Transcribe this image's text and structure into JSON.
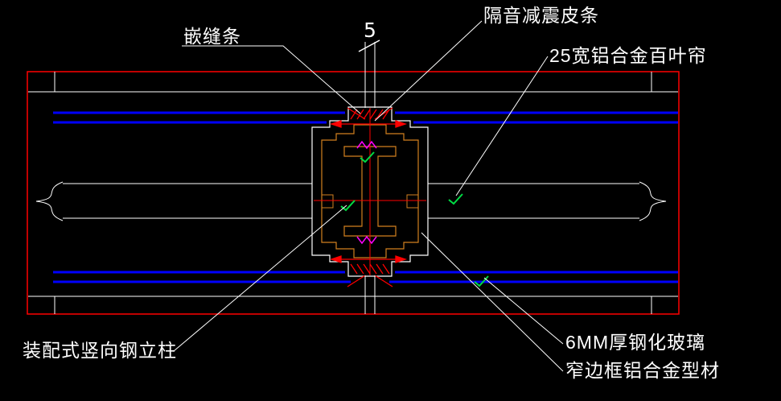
{
  "drawing": {
    "labels": {
      "caulking_strip": "嵌缝条",
      "sound_insulation_strip": "隔音减震皮条",
      "aluminum_louver": "25宽铝合金百叶帘",
      "steel_column": "装配式竖向钢立柱",
      "tempered_glass": "6MM厚钢化玻璃",
      "aluminum_profile": "窄边框铝合金型材"
    },
    "dimension": {
      "value": "5"
    },
    "colors": {
      "background": "#000000",
      "border_red": "#ff0000",
      "glass_blue": "#0000ff",
      "outline_white": "#ffffff",
      "profile_orange": "#d2801f",
      "mark_magenta": "#ff00ff",
      "mark_green": "#00dd44"
    }
  }
}
